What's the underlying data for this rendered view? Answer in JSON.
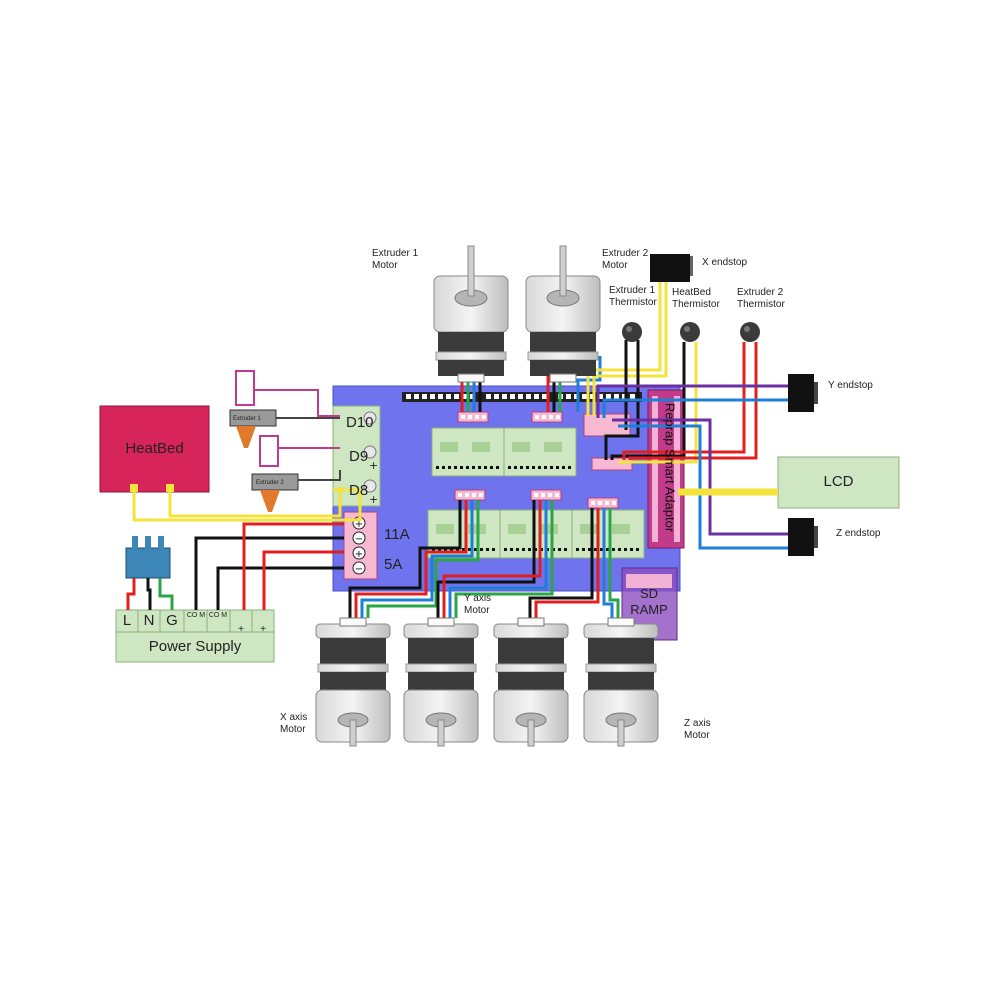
{
  "labels": {
    "heatbed": "HeatBed",
    "lcd": "LCD",
    "power_supply": "Power Supply",
    "psu_l": "L",
    "psu_n": "N",
    "psu_g": "G",
    "psu_com1": "CO M",
    "psu_com2": "CO M",
    "psu_plus1": "+",
    "psu_plus2": "+",
    "d10": "D10",
    "d9": "D9",
    "d8": "D8",
    "a11": "11A",
    "a5": "5A",
    "extruder1_small": "Extruder 1",
    "extruder2_small": "Extruder 2",
    "adaptor": "Reprap Smart Adaptor",
    "sd": "SD",
    "ramp": "RAMP",
    "extruder1_motor": "Extruder 1 Motor",
    "extruder2_motor": "Extruder 2 Motor",
    "x_endstop": "X endstop",
    "y_endstop": "Y endstop",
    "z_endstop": "Z endstop",
    "extruder1_thermistor": "Extruder 1 Thermistor",
    "heatbed_thermistor": "HeatBed Thermistor",
    "extruder2_thermistor": "Extruder 2 Thermistor",
    "x_axis_motor": "X axis Motor",
    "y_axis_motor": "Y axis Motor",
    "z_axis_motor": "Z axis Motor"
  },
  "colors": {
    "board": "#6f73ee",
    "heatbed": "#d7245a",
    "terminal_green": "#cfe6c3",
    "terminal_pink": "#f7b9d2",
    "adaptor": "#c23a8a",
    "sd_ramp": "#8d4ec0",
    "wire_red": "#e02020",
    "wire_black": "#111111",
    "wire_yellow": "#f3e33a",
    "wire_blue": "#1e7fd4",
    "wire_purple": "#6a2fa0",
    "wire_green": "#2aa64a"
  }
}
